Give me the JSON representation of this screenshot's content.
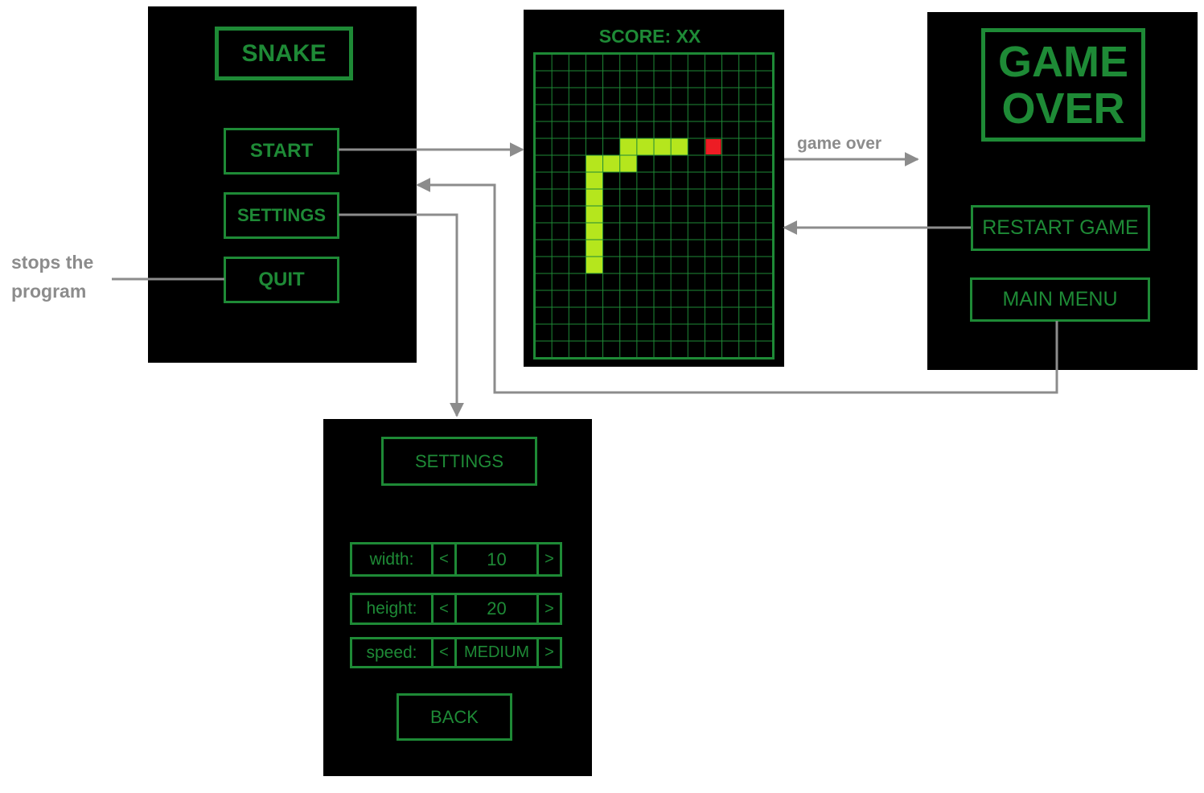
{
  "main_menu": {
    "title": "SNAKE",
    "start_label": "START",
    "settings_label": "SETTINGS",
    "quit_label": "QUIT"
  },
  "game_screen": {
    "score_text": "SCORE: XX",
    "grid": {
      "cols": 14,
      "rows": 18
    },
    "snake_cells": [
      [
        5,
        5
      ],
      [
        6,
        5
      ],
      [
        7,
        5
      ],
      [
        8,
        5
      ],
      [
        3,
        6
      ],
      [
        4,
        6
      ],
      [
        5,
        6
      ],
      [
        3,
        7
      ],
      [
        3,
        8
      ],
      [
        3,
        9
      ],
      [
        3,
        10
      ],
      [
        3,
        11
      ],
      [
        3,
        12
      ]
    ],
    "food_cell": [
      10,
      5
    ]
  },
  "game_over_screen": {
    "title_line1": "GAME",
    "title_line2": "OVER",
    "restart_label": "RESTART GAME",
    "main_menu_label": "MAIN MENU"
  },
  "settings_screen": {
    "title": "SETTINGS",
    "rows": [
      {
        "label": "width:",
        "prev": "<",
        "value": "10",
        "next": ">"
      },
      {
        "label": "height:",
        "prev": "<",
        "value": "20",
        "next": ">"
      },
      {
        "label": "speed:",
        "prev": "<",
        "value": "MEDIUM",
        "next": ">"
      }
    ],
    "back_label": "BACK"
  },
  "annotations": {
    "game_over_label": "game over",
    "quit_note_line1": "stops the",
    "quit_note_line2": "program"
  },
  "colors": {
    "screen_bg": "#000000",
    "ui_green": "#1e8a36",
    "grid_line": "#1e8a36",
    "snake": "#b5e61d",
    "food": "#ed1c24",
    "arrow": "#8c8c8c"
  }
}
